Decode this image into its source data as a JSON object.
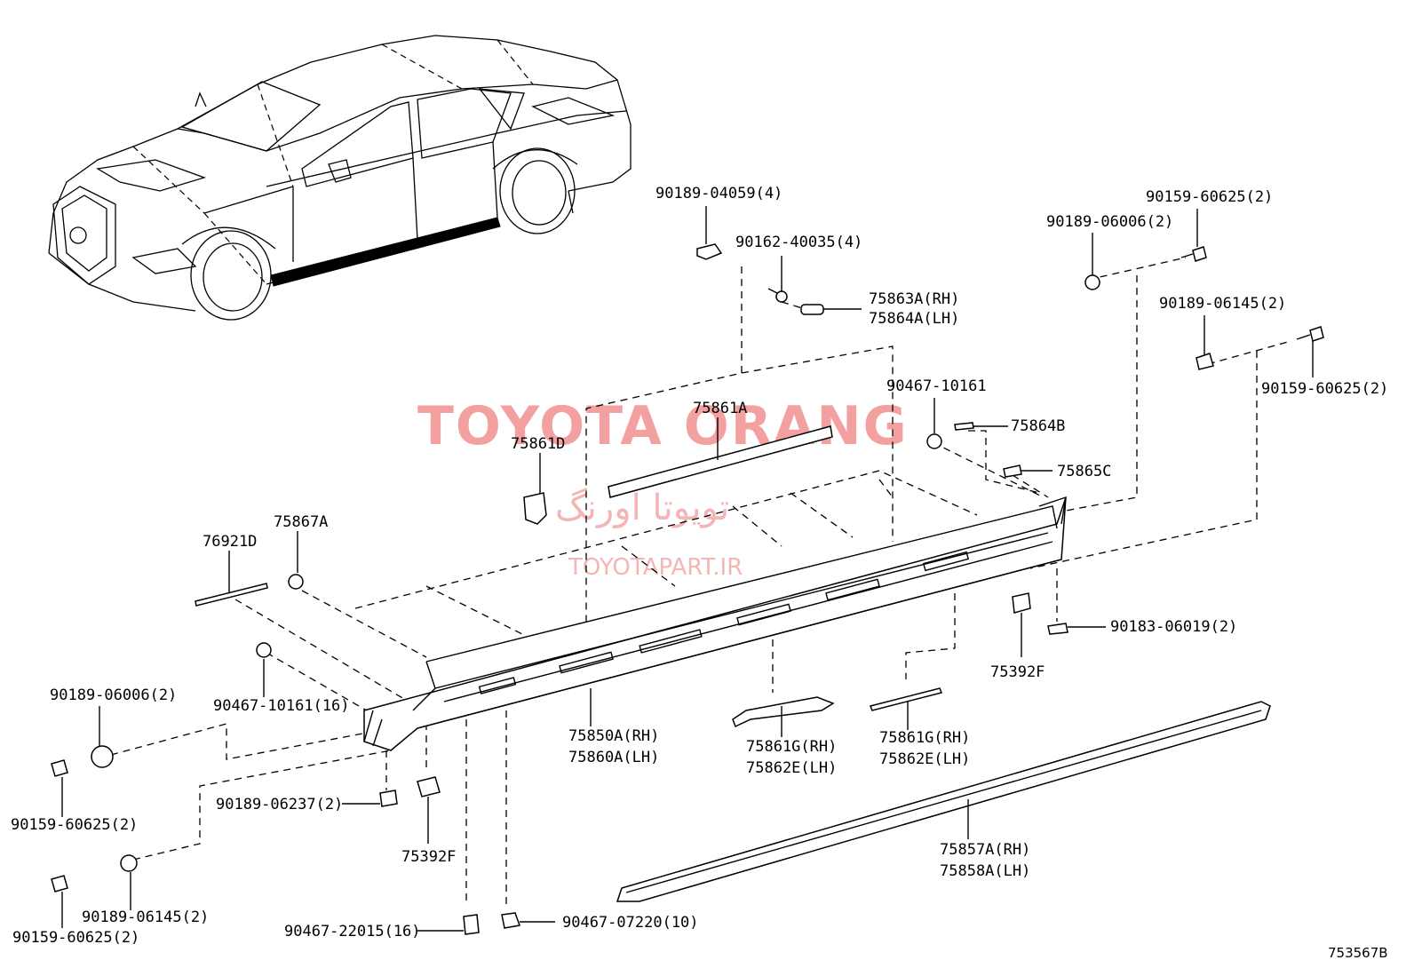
{
  "watermark": {
    "title": "TOYOTA ORANG",
    "persian": "تویوتا اورنگ",
    "site": "TOYOTAPART.IR"
  },
  "diagram_id": "753567B",
  "labels": {
    "l_90189_04059": "90189-04059(4)",
    "l_90162_40035": "90162-40035(4)",
    "l_75863A": "75863A(RH)",
    "l_75864A": "75864A(LH)",
    "l_90159_60625_a": "90159-60625(2)",
    "l_90189_06006_a": "90189-06006(2)",
    "l_90189_06145_a": "90189-06145(2)",
    "l_90159_60625_b": "90159-60625(2)",
    "l_90467_10161_a": "90467-10161",
    "l_75864B": "75864B",
    "l_75865C": "75865C",
    "l_75861A": "75861A",
    "l_75861D": "75861D",
    "l_76921D": "76921D",
    "l_75867A": "75867A",
    "l_90467_10161_b": "90467-10161(16)",
    "l_90189_06006_b": "90189-06006(2)",
    "l_90159_60625_c": "90159-60625(2)",
    "l_90189_06237": "90189-06237(2)",
    "l_75392F_a": "75392F",
    "l_90189_06145_b": "90189-06145(2)",
    "l_90159_60625_d": "90159-60625(2)",
    "l_90467_22015": "90467-22015(16)",
    "l_90467_07220": "90467-07220(10)",
    "l_75850A": "75850A(RH)",
    "l_75860A": "75860A(LH)",
    "l_75861G_a": "75861G(RH)",
    "l_75862E_a": "75862E(LH)",
    "l_75861G_b": "75861G(RH)",
    "l_75862E_b": "75862E(LH)",
    "l_75857A": "75857A(RH)",
    "l_75858A": "75858A(LH)",
    "l_75392F_b": "75392F",
    "l_90183_06019": "90183-06019(2)"
  }
}
